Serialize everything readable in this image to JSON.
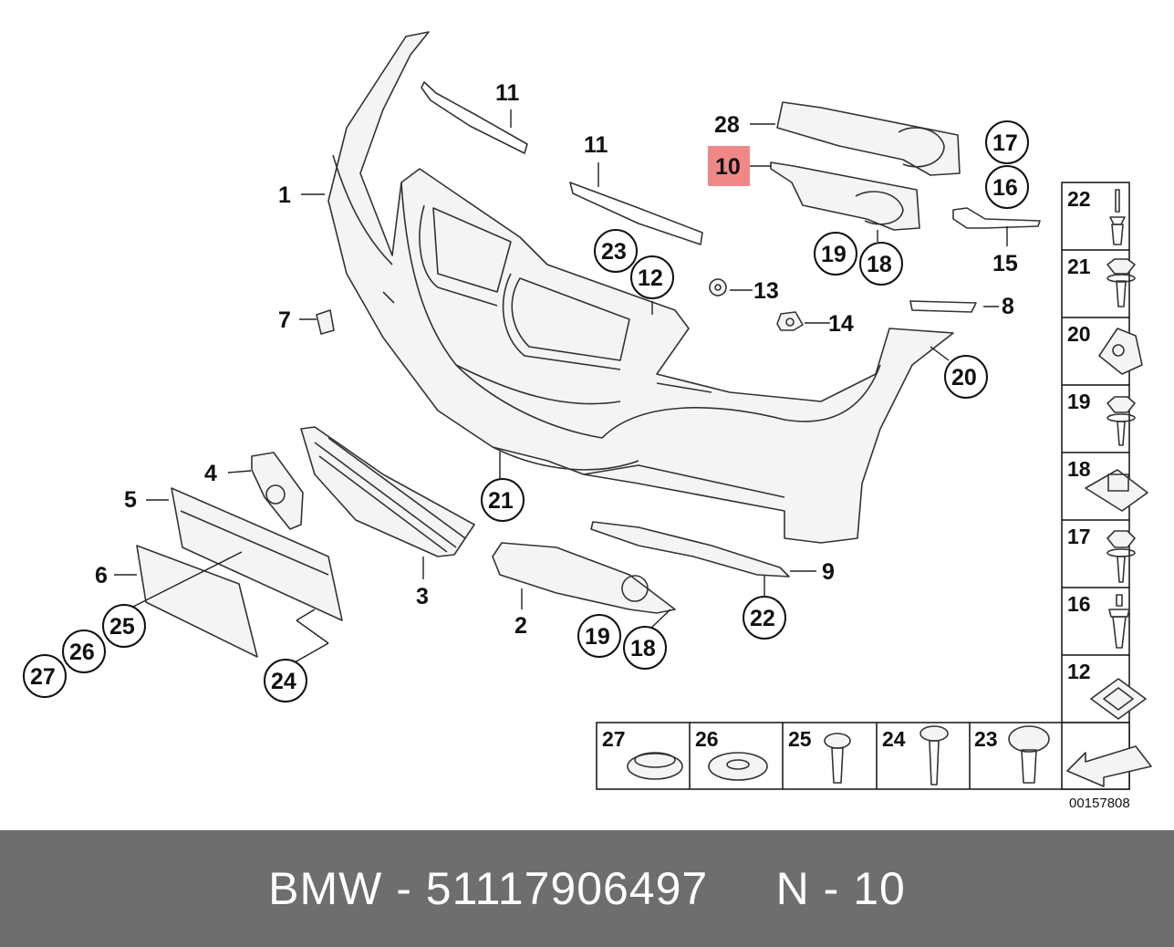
{
  "diagram": {
    "callouts": {
      "c1": "1",
      "c2": "2",
      "c3": "3",
      "c4": "4",
      "c5": "5",
      "c6": "6",
      "c7": "7",
      "c8": "8",
      "c9": "9",
      "c10": "10",
      "c11a": "11",
      "c11b": "11",
      "c12": "12",
      "c13": "13",
      "c14": "14",
      "c15": "15",
      "c16": "16",
      "c17": "17",
      "c18a": "18",
      "c18b": "18",
      "c19a": "19",
      "c19b": "19",
      "c20": "20",
      "c21": "21",
      "c22": "22",
      "c23": "23",
      "c24": "24",
      "c25": "25",
      "c26": "26",
      "c27": "27",
      "c28": "28"
    },
    "highlight_color": "#f08888",
    "side_table": [
      "22",
      "21",
      "20",
      "19",
      "18",
      "17",
      "16",
      "12"
    ],
    "bottom_table": [
      "27",
      "26",
      "25",
      "24",
      "23"
    ],
    "drawing_number": "00157808"
  },
  "footer": {
    "text": "BMW - 51117906497     N - 10",
    "background": "#6e6e6e"
  }
}
